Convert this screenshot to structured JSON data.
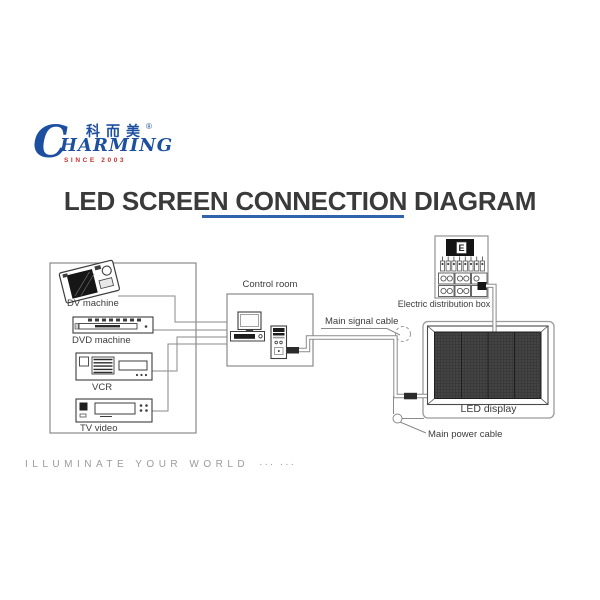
{
  "logo": {
    "initial": "C",
    "name_rest": "HARMING",
    "chinese": "科而美",
    "registered_mark": "®",
    "since": "SINCE 2003",
    "brand_blue": "#1d4fa0",
    "since_red": "#c4322e"
  },
  "title": {
    "text": "LED SCREEN CONNECTION DIAGRAM",
    "underline_color": "#2f64ad"
  },
  "tagline": {
    "text": "ILLUMINATE YOUR WORLD",
    "dots": "··· ···"
  },
  "diagram": {
    "source_devices": [
      {
        "label": "DV machine"
      },
      {
        "label": "DVD machine"
      },
      {
        "label": "VCR"
      },
      {
        "label": "TV video"
      }
    ],
    "control_room": {
      "label": "Control room"
    },
    "distribution_box": {
      "label": "Electric distribution box",
      "panel_letter": "E"
    },
    "led_display": {
      "label": "LED display"
    },
    "cables": {
      "signal_label": "Main signal cable",
      "power_label": "Main power cable"
    },
    "line_color": "#8a8a8a",
    "art_color": "#3d3d3d"
  }
}
